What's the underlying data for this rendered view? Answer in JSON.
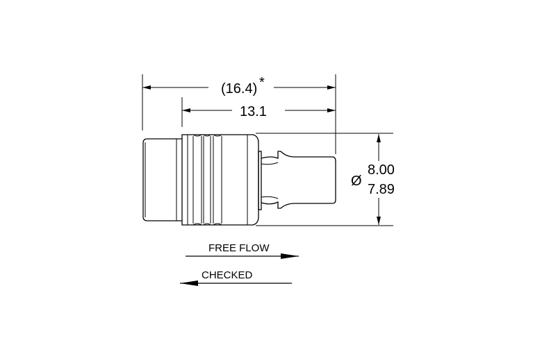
{
  "dimensions": {
    "overall_length": "(16.4)",
    "overall_length_note": "*",
    "body_length": "13.1",
    "diameter_symbol": "Ø",
    "diameter_max": "8.00",
    "diameter_min": "7.89"
  },
  "flow": {
    "free_flow_label": "FREE FLOW",
    "checked_label": "CHECKED"
  }
}
